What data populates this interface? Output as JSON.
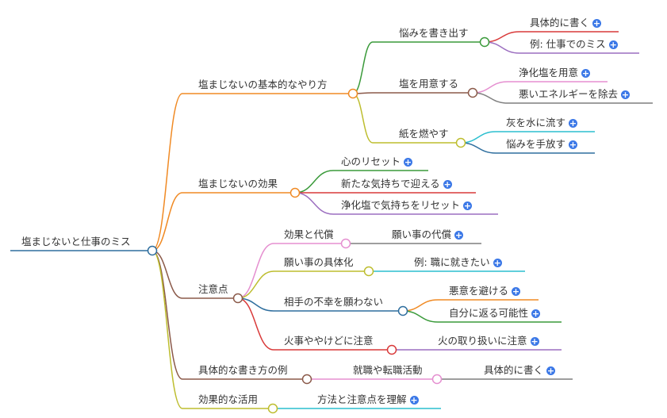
{
  "root": {
    "label": "塩まじないと仕事のミス",
    "color": "#2e6e9e",
    "children": [
      {
        "label": "塩まじないの基本的なやり方",
        "color": "#f08a24",
        "children": [
          {
            "label": "悩みを書き出す",
            "color": "#3a9a3a",
            "children": [
              {
                "label": "具体的に書く",
                "color": "#d93a3a"
              },
              {
                "label": "例: 仕事でのミス",
                "color": "#9c6fc0"
              }
            ]
          },
          {
            "label": "塩を用意する",
            "color": "#8b5a4a",
            "children": [
              {
                "label": "浄化塩を用意",
                "color": "#e58fd0"
              },
              {
                "label": "悪いエネルギーを除去",
                "color": "#7f7f7f"
              }
            ]
          },
          {
            "label": "紙を燃やす",
            "color": "#bdbd2e",
            "children": [
              {
                "label": "灰を水に流す",
                "color": "#2bbfcf"
              },
              {
                "label": "悩みを手放す",
                "color": "#2e6e9e"
              }
            ]
          }
        ]
      },
      {
        "label": "塩まじないの効果",
        "color": "#f08a24",
        "children": [
          {
            "label": "心のリセット",
            "color": "#3a9a3a"
          },
          {
            "label": "新たな気持ちで迎える",
            "color": "#d93a3a"
          },
          {
            "label": "浄化塩で気持ちをリセット",
            "color": "#9c6fc0"
          }
        ]
      },
      {
        "label": "注意点",
        "color": "#8b5a4a",
        "children": [
          {
            "label": "効果と代償",
            "color": "#e58fd0",
            "children": [
              {
                "label": "願い事の代償",
                "color": "#7f7f7f"
              }
            ]
          },
          {
            "label": "願い事の具体化",
            "color": "#bdbd2e",
            "children": [
              {
                "label": "例: 職に就きたい",
                "color": "#2bbfcf"
              }
            ]
          },
          {
            "label": "相手の不幸を願わない",
            "color": "#2e6e9e",
            "children": [
              {
                "label": "悪意を避ける",
                "color": "#f08a24"
              },
              {
                "label": "自分に返る可能性",
                "color": "#3a9a3a"
              }
            ]
          },
          {
            "label": "火事ややけどに注意",
            "color": "#d93a3a",
            "children": [
              {
                "label": "火の取り扱いに注意",
                "color": "#9c6fc0"
              }
            ]
          }
        ]
      },
      {
        "label": "具体的な書き方の例",
        "color": "#8b5a4a",
        "children": [
          {
            "label": "就職や転職活動",
            "color": "#e58fd0",
            "children": [
              {
                "label": "具体的に書く",
                "color": "#7f7f7f"
              }
            ]
          }
        ]
      },
      {
        "label": "効果的な活用",
        "color": "#bdbd2e",
        "children": [
          {
            "label": "方法と注意点を理解",
            "color": "#2bbfcf"
          }
        ]
      }
    ]
  },
  "expand_icon": "plus-circle-icon"
}
